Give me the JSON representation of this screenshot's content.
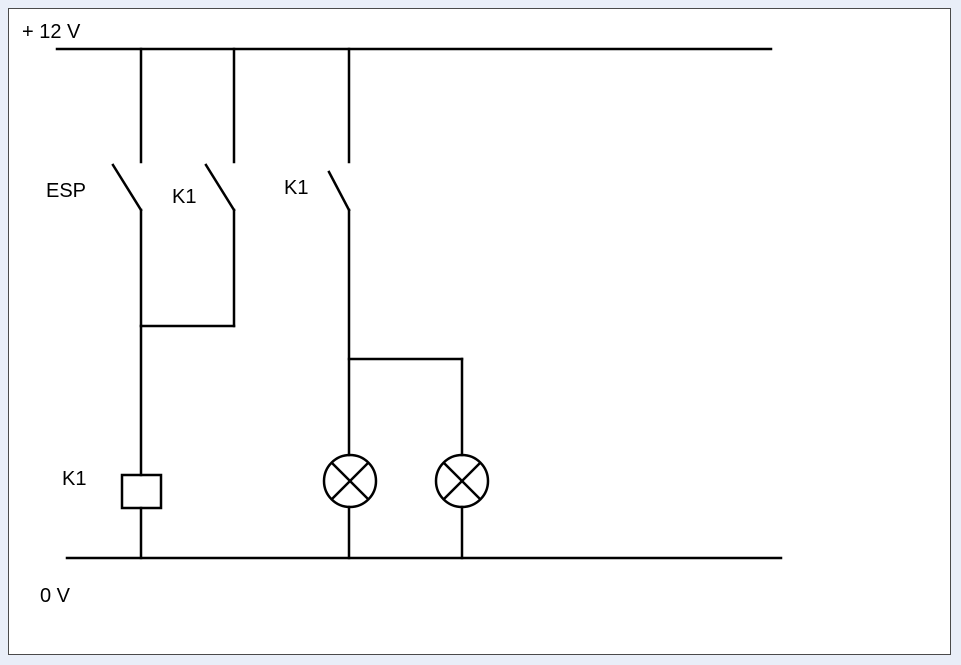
{
  "rails": {
    "top_label": "+ 12 V",
    "bottom_label": "0 V"
  },
  "components": {
    "esp_switch_label": "ESP",
    "k1_hold_contact_label": "K1",
    "k1_lamp_contact_label": "K1",
    "k1_coil_label": "K1"
  },
  "colors": {
    "background": "#e9eef8",
    "canvas": "#ffffff",
    "wire": "#000000"
  }
}
